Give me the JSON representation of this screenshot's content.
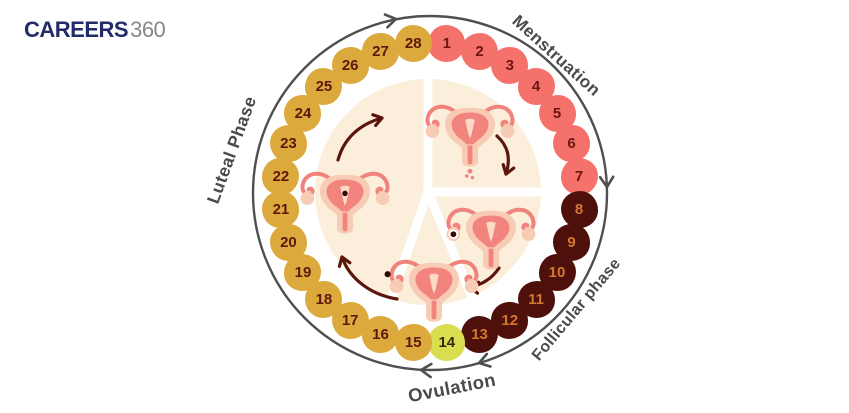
{
  "logo": {
    "brand": "CAREERS",
    "suffix": "360"
  },
  "diagram": {
    "title_implied": "Menstrual cycle 28-day diagram",
    "total_days": 28,
    "phases": [
      {
        "label": "Menstruation",
        "days": [
          1,
          2,
          3,
          4,
          5,
          6,
          7
        ],
        "circle_color": "#F5716C",
        "number_color": "#6E1513"
      },
      {
        "label": "Follicular phase",
        "days": [
          8,
          9,
          10,
          11,
          12,
          13
        ],
        "circle_color": "#4E100B",
        "number_color": "#D4782F"
      },
      {
        "label": "Ovulation",
        "days": [
          14
        ],
        "circle_color": "#D9DE51",
        "number_color": "#33290A"
      },
      {
        "label": "Luteal Phase",
        "days": [
          15,
          16,
          17,
          18,
          19,
          20,
          21,
          22,
          23,
          24,
          25,
          26,
          27,
          28
        ],
        "circle_color": "#DCA93C",
        "number_color": "#5F160E"
      }
    ],
    "illustrations": [
      "uterus-menstruation-illustration",
      "uterus-follicular-illustration",
      "uterus-ovulation-illustration",
      "uterus-luteal-illustration"
    ],
    "flow_direction": "clockwise"
  },
  "colors": {
    "background": "#FFFFFF",
    "outer_arc": "#4F4F4F",
    "phase_label": "#4A4A4A",
    "inner_arrow": "#5B150B",
    "pie_fill": "#FBEEDA",
    "logo_brand": "#232C6A",
    "logo_suffix": "#85878A",
    "uterus_outline": "#F1837D",
    "uterus_fill": "#F8CBB5",
    "uterus_inner": "#FBDAC6",
    "egg_dot": "#2F0C08"
  }
}
